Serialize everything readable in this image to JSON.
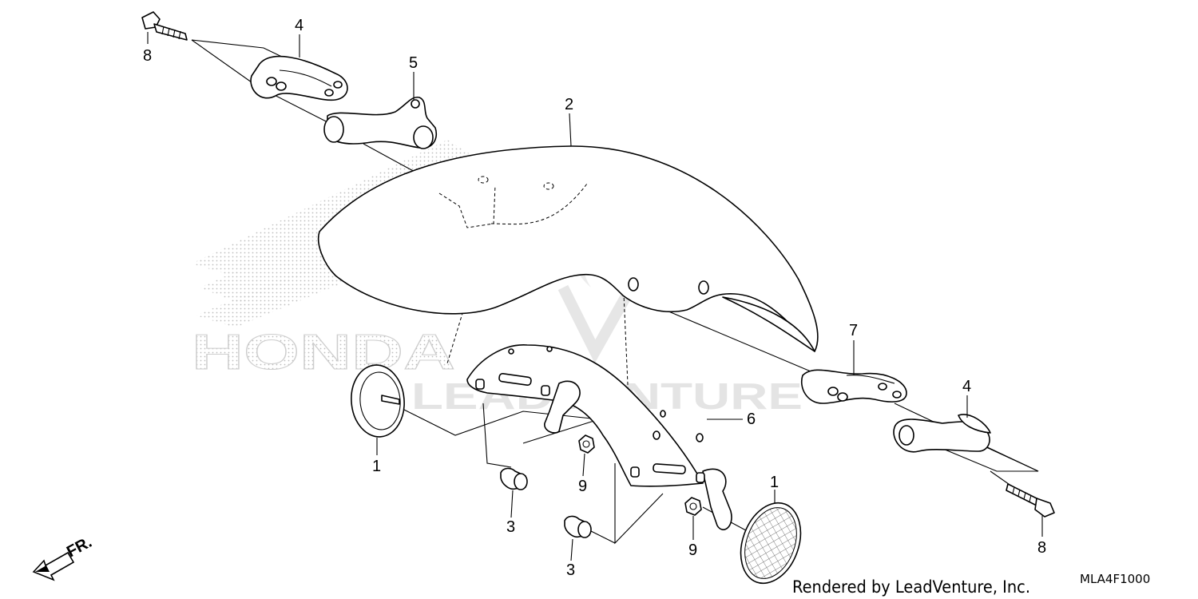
{
  "diagram": {
    "callouts": [
      {
        "id": "c-8a",
        "label": "8"
      },
      {
        "id": "c-4a",
        "label": "4"
      },
      {
        "id": "c-5",
        "label": "5"
      },
      {
        "id": "c-2",
        "label": "2"
      },
      {
        "id": "c-7",
        "label": "7"
      },
      {
        "id": "c-4b",
        "label": "4"
      },
      {
        "id": "c-6",
        "label": "6"
      },
      {
        "id": "c-1a",
        "label": "1"
      },
      {
        "id": "c-9a",
        "label": "9"
      },
      {
        "id": "c-3a",
        "label": "3"
      },
      {
        "id": "c-9b",
        "label": "9"
      },
      {
        "id": "c-1b",
        "label": "1"
      },
      {
        "id": "c-3b",
        "label": "3"
      },
      {
        "id": "c-8b",
        "label": "8"
      }
    ],
    "direction_label": "FR.",
    "credit": "Rendered by LeadVenture, Inc.",
    "diagram_code": "MLA4F1000",
    "watermark_brand": "HONDA",
    "watermark_text": "LEADVENTURE"
  }
}
